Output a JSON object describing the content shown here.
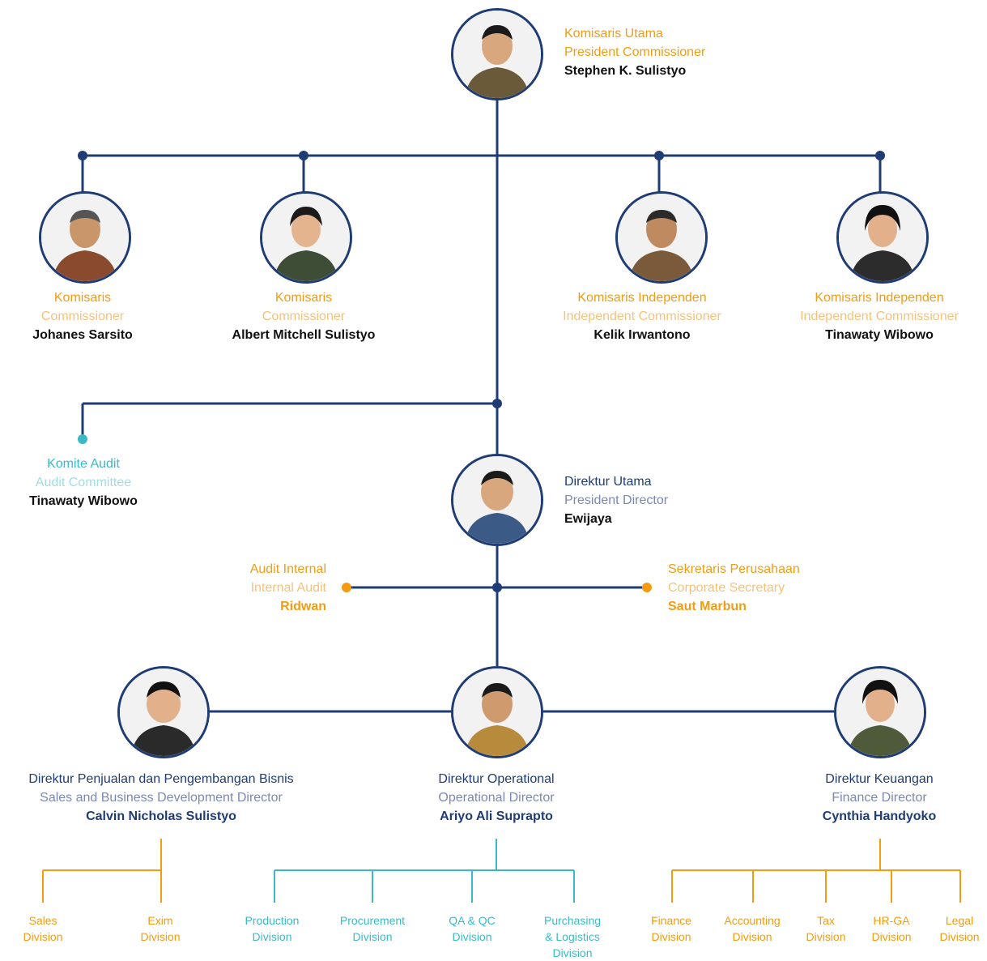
{
  "colors": {
    "navy": "#1f3c74",
    "orange": "#f39c12",
    "teal": "#3bbac6",
    "skin": "#d9a77e",
    "hair": "#1a1a1a"
  },
  "president_commissioner": {
    "title_id": "Komisaris Utama",
    "title_en": "President Commissioner",
    "name": "Stephen K. Sulistyo"
  },
  "commissioners": [
    {
      "title_id": "Komisaris",
      "title_en": "Commissioner",
      "name": "Johanes Sarsito"
    },
    {
      "title_id": "Komisaris",
      "title_en": "Commissioner",
      "name": "Albert Mitchell Sulistyo"
    },
    {
      "title_id": "Komisaris Independen",
      "title_en": "Independent Commissioner",
      "name": "Kelik Irwantono"
    },
    {
      "title_id": "Komisaris Independen",
      "title_en": "Independent Commissioner",
      "name": "Tinawaty Wibowo"
    }
  ],
  "audit_committee": {
    "title_id": "Komite Audit",
    "title_en": "Audit Committee",
    "name": "Tinawaty Wibowo"
  },
  "president_director": {
    "title_id": "Direktur Utama",
    "title_en": "President Director",
    "name": "Ewijaya"
  },
  "internal_audit": {
    "title_id": "Audit Internal",
    "title_en": "Internal Audit",
    "name": "Ridwan"
  },
  "corporate_secretary": {
    "title_id": "Sekretaris Perusahaan",
    "title_en": "Corporate Secretary",
    "name": "Saut Marbun"
  },
  "directors": [
    {
      "title_id": "Direktur Penjualan dan Pengembangan Bisnis",
      "title_en": "Sales and Business Development Director",
      "name": "Calvin Nicholas Sulistyo"
    },
    {
      "title_id": "Direktur Operational",
      "title_en": "Operational Director",
      "name": "Ariyo Ali Suprapto"
    },
    {
      "title_id": "Direktur Keuangan",
      "title_en": "Finance Director",
      "name": "Cynthia Handyoko"
    }
  ],
  "divisions_sales": [
    {
      "l1": "Sales",
      "l2": "Division"
    },
    {
      "l1": "Exim",
      "l2": "Division"
    }
  ],
  "divisions_ops": [
    {
      "l1": "Production",
      "l2": "Division"
    },
    {
      "l1": "Procurement",
      "l2": "Division"
    },
    {
      "l1": "QA & QC",
      "l2": "Division"
    },
    {
      "l1": "Purchasing",
      "l2": "& Logistics",
      "l3": "Division"
    }
  ],
  "divisions_finance": [
    {
      "l1": "Finance",
      "l2": "Division"
    },
    {
      "l1": "Accounting",
      "l2": "Division"
    },
    {
      "l1": "Tax",
      "l2": "Division"
    },
    {
      "l1": "HR-GA",
      "l2": "Division"
    },
    {
      "l1": "Legal",
      "l2": "Division"
    }
  ]
}
